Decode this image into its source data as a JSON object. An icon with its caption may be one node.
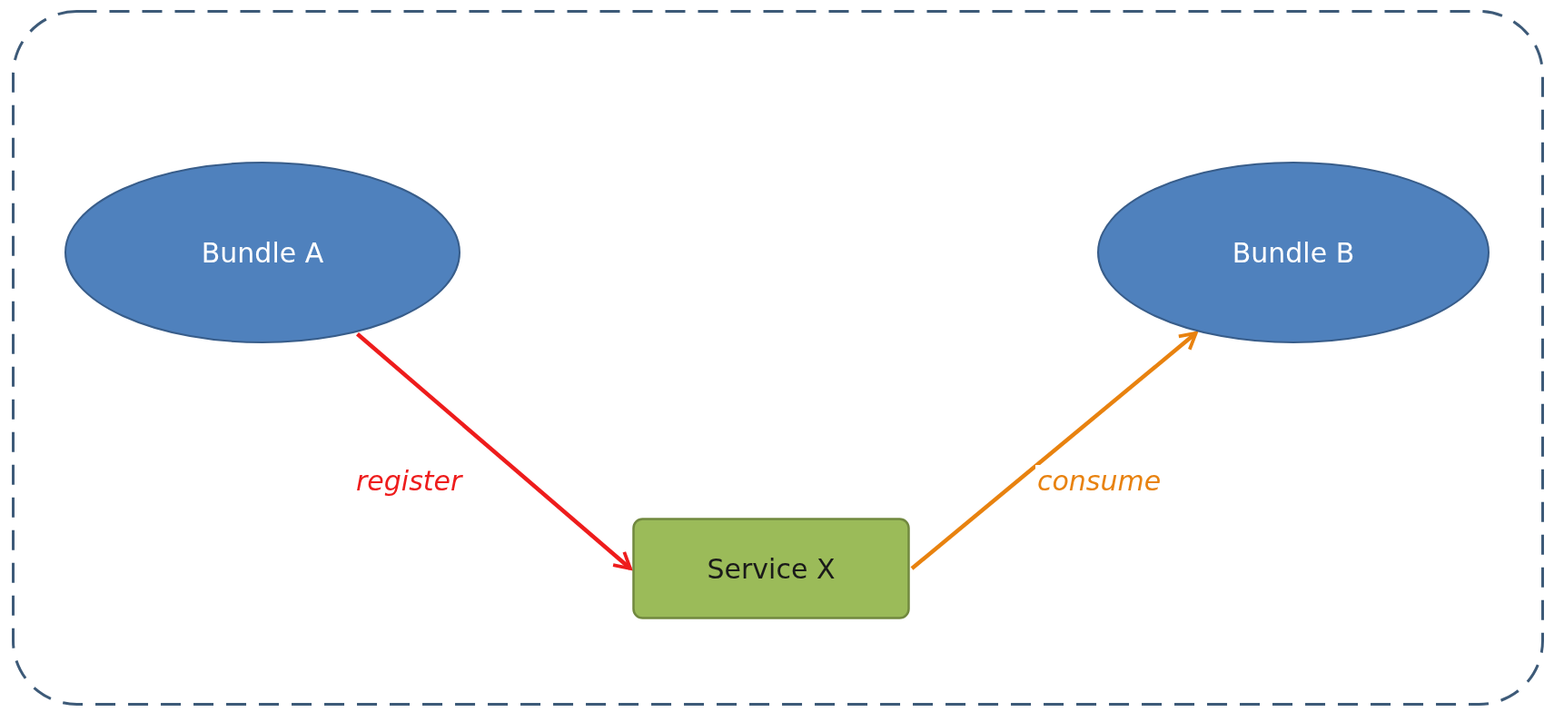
{
  "diagram": {
    "nodes": [
      {
        "text": [],
        "shape": "box"
      },
      {
        "text": [
          "Bundle A"
        ],
        "in": 0
      },
      {
        "text": [
          "Bundle B"
        ],
        "in": 0
      },
      {
        "text": [
          "Service X"
        ],
        "in": 0
      }
    ],
    "edges": [
      {
        "from": 1,
        "to": 3,
        "arrow": "to",
        "label": "register",
        "color": "#ee1c1c"
      },
      {
        "from": 3,
        "to": 2,
        "arrow": "to",
        "label": "consume",
        "color": "#e8820f"
      }
    ]
  }
}
